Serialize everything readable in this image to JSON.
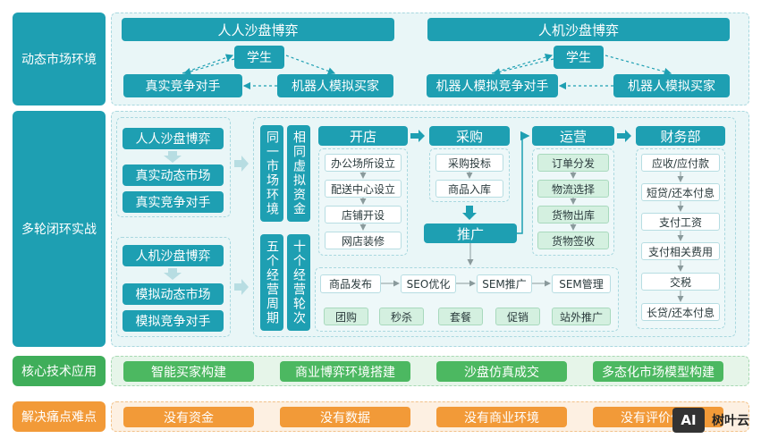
{
  "bands": {
    "dynamic": "动态市场环境",
    "multi_round": "多轮闭环实战",
    "core_tech": "核心技术应用",
    "pain_points": "解决痛点难点"
  },
  "top": {
    "left_title": "人人沙盘博弈",
    "right_title": "人机沙盘博弈",
    "student": "学生",
    "real_opponent": "真实竞争对手",
    "robot_buyer": "机器人模拟买家",
    "robot_opponent": "机器人模拟竞争对手"
  },
  "left_groups": {
    "g1": [
      "人人沙盘博弈",
      "真实动态市场",
      "真实竞争对手"
    ],
    "g2": [
      "人机沙盘博弈",
      "模拟动态市场",
      "模拟竞争对手"
    ]
  },
  "vertical": {
    "v1": "同一市场环境",
    "v2": "相同虚拟资金",
    "v3": "五个经营周期",
    "v4": "十个经营轮次"
  },
  "stages": {
    "open": {
      "title": "开店",
      "items": [
        "办公场所设立",
        "配送中心设立",
        "店铺开设",
        "网店装修"
      ]
    },
    "purchase": {
      "title": "采购",
      "items": [
        "采购投标",
        "商品入库"
      ]
    },
    "operation": {
      "title": "运营",
      "items": [
        "订单分发",
        "物流选择",
        "货物出库",
        "货物签收"
      ]
    },
    "finance": {
      "title": "财务部",
      "items": [
        "应收/应付款",
        "短贷/还本付息",
        "支付工资",
        "支付相关费用",
        "交税",
        "长贷/还本付息"
      ]
    },
    "promote": "推广"
  },
  "promo": {
    "chain": [
      "商品发布",
      "SEO优化",
      "SEM推广",
      "SEM管理"
    ],
    "items": [
      "团购",
      "秒杀",
      "套餐",
      "促销",
      "站外推广"
    ]
  },
  "core_tech_items": [
    "智能买家构建",
    "商业博弈环境搭建",
    "沙盘仿真成交",
    "多态化市场模型构建"
  ],
  "pain_items": [
    "没有资金",
    "没有数据",
    "没有商业环境",
    "没有评价体系"
  ],
  "watermark": {
    "badge": "AI",
    "text": "树叶云"
  },
  "colors": {
    "teal": "#1e9fb2",
    "green": "#4cb861",
    "orange": "#f29a38"
  }
}
